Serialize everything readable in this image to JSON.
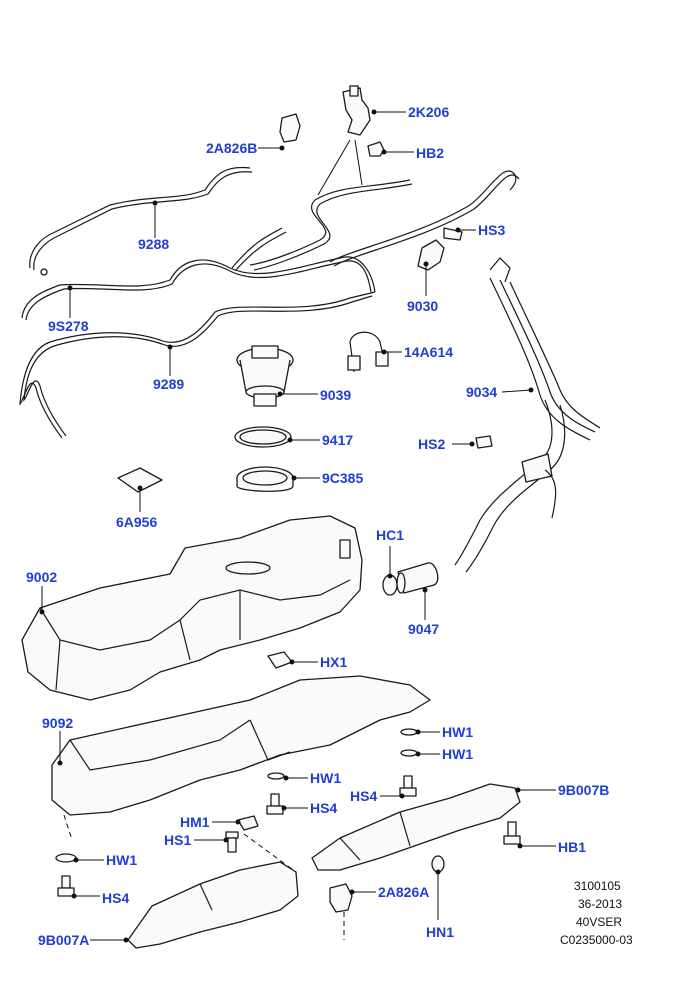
{
  "labels": {
    "l_2k206": "2K206",
    "l_hb2": "HB2",
    "l_2a826b": "2A826B",
    "l_hs3": "HS3",
    "l_9288": "9288",
    "l_9030": "9030",
    "l_9s278": "9S278",
    "l_14a614": "14A614",
    "l_9289": "9289",
    "l_9039": "9039",
    "l_9034": "9034",
    "l_9417": "9417",
    "l_hs2": "HS2",
    "l_9c385": "9C385",
    "l_6a956": "6A956",
    "l_hc1": "HC1",
    "l_9002": "9002",
    "l_9047": "9047",
    "l_hx1": "HX1",
    "l_9092": "9092",
    "l_hw1_a": "HW1",
    "l_hw1_b": "HW1",
    "l_hw1_c": "HW1",
    "l_hs4_a": "HS4",
    "l_hs4_b": "HS4",
    "l_9b007b": "9B007B",
    "l_hm1": "HM1",
    "l_hs1": "HS1",
    "l_hw1_d": "HW1",
    "l_hb1": "HB1",
    "l_hs4_c": "HS4",
    "l_2a826a": "2A826A",
    "l_9b007a": "9B007A",
    "l_hn1": "HN1"
  },
  "reference": {
    "line1": "3100105",
    "line2": "36-2013",
    "line3": "40VSER",
    "line4": "C0235000-03"
  }
}
